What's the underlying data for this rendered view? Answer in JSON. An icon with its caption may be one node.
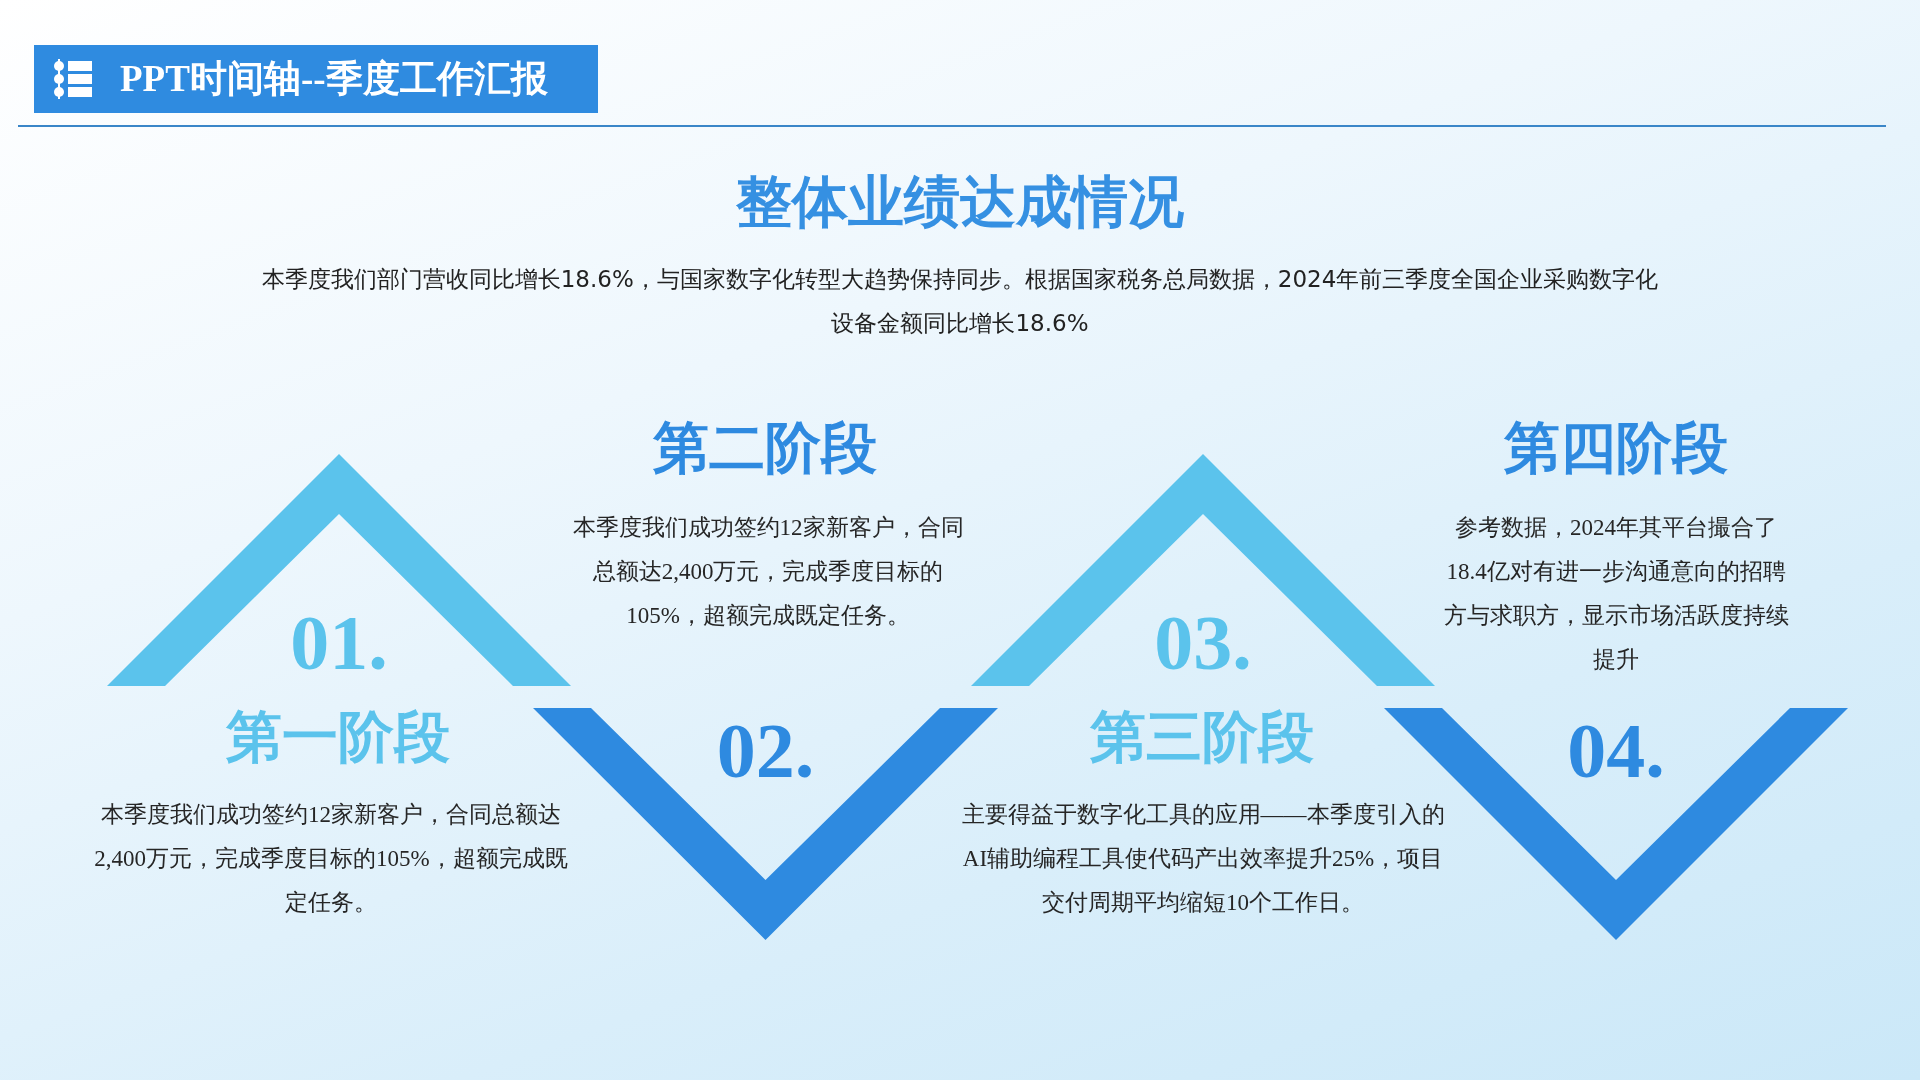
{
  "diagram": {
    "title": "PPT时间轴--季度工作汇报",
    "nodes": [
      {
        "text": [
          "01."
        ]
      },
      {
        "text": [
          "02."
        ]
      },
      {
        "text": [
          "03."
        ]
      },
      {
        "text": [
          "04."
        ]
      }
    ],
    "labels": [
      "整体业绩达成情况",
      "本季度我们部门营收同比增长18.6%，与国家数字化转型大趋势保持同步。根据国家税务总局数据，2024年前三季度全国企业采购数字化设备金额同比增长18.6%",
      "第一阶段",
      "本季度我们成功签约12家新客户，合同总额达2,400万元，完成季度目标的105%，超额完成既定任务。",
      "第二阶段",
      "本季度我们成功签约12家新客户，合同总额达2,400万元，完成季度目标的105%，超额完成既定任务。",
      "第三阶段",
      "主要得益于数字化工具的应用——本季度引入的AI辅助编程工具使代码产出效率提升25%，项目交付周期平均缩短10个工作日。",
      "第四阶段",
      "参考数据，2024年其平台撮合了18.4亿对有进一步沟通意向的招聘方与求职方，显示市场活跃度持续提升"
    ]
  }
}
